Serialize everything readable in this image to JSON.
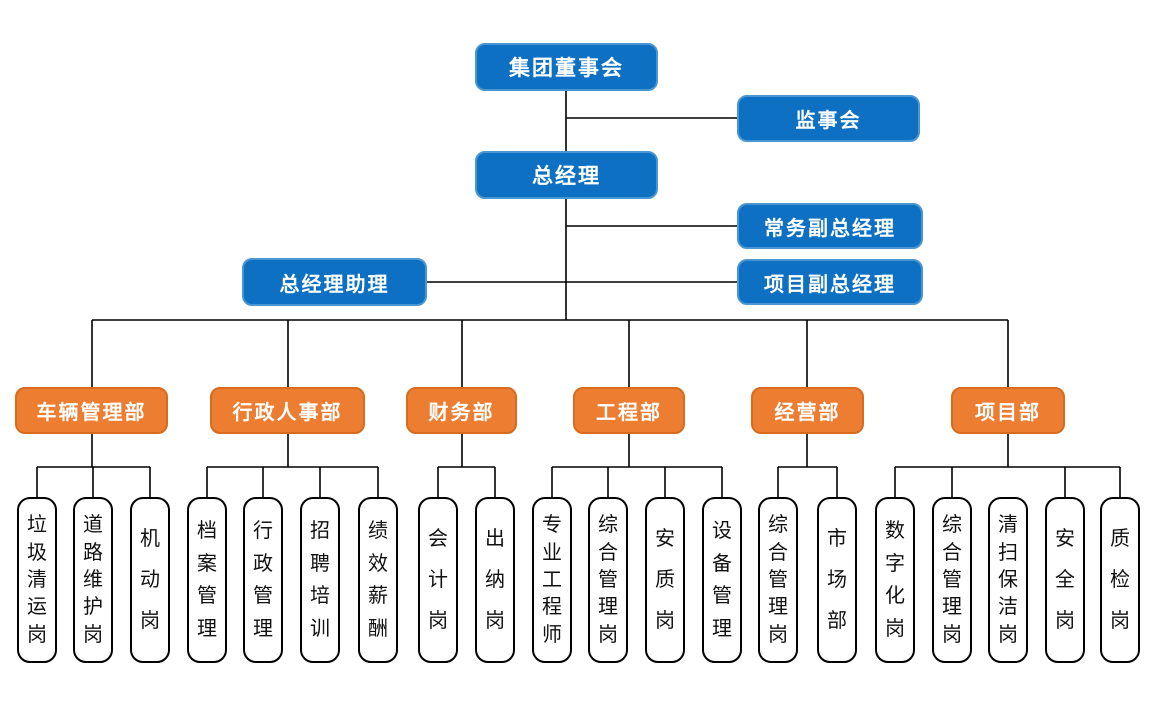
{
  "org": {
    "board": "集团董事会",
    "supervisory_board": "监事会",
    "general_manager": "总经理",
    "executive_deputy_gm": "常务副总经理",
    "gm_assistant": "总经理助理",
    "project_deputy_gm": "项目副总经理",
    "departments": [
      {
        "label": "车辆管理部",
        "posts": [
          "垃圾清运岗",
          "道路维护岗",
          "机动岗"
        ]
      },
      {
        "label": "行政人事部",
        "posts": [
          "档案管理",
          "行政管理",
          "招聘培训",
          "绩效薪酬"
        ]
      },
      {
        "label": "财务部",
        "posts": [
          "会计岗",
          "出纳岗"
        ]
      },
      {
        "label": "工程部",
        "posts": [
          "专业工程师",
          "综合管理岗",
          "安质岗",
          "设备管理"
        ]
      },
      {
        "label": "经营部",
        "posts": [
          "综合管理岗",
          "市场部"
        ]
      },
      {
        "label": "项目部",
        "posts": [
          "数字化岗",
          "综合管理岗",
          "清扫保洁岗",
          "安全岗",
          "质检岗"
        ]
      }
    ]
  },
  "colors": {
    "executive_node_fill": "#0d70c2",
    "executive_node_border": "#4a96d2",
    "department_node_fill": "#ed7d31",
    "department_node_border": "#d96b1f",
    "post_node_fill": "#ffffff",
    "post_node_border": "#000000",
    "connector_line": "#000000"
  }
}
